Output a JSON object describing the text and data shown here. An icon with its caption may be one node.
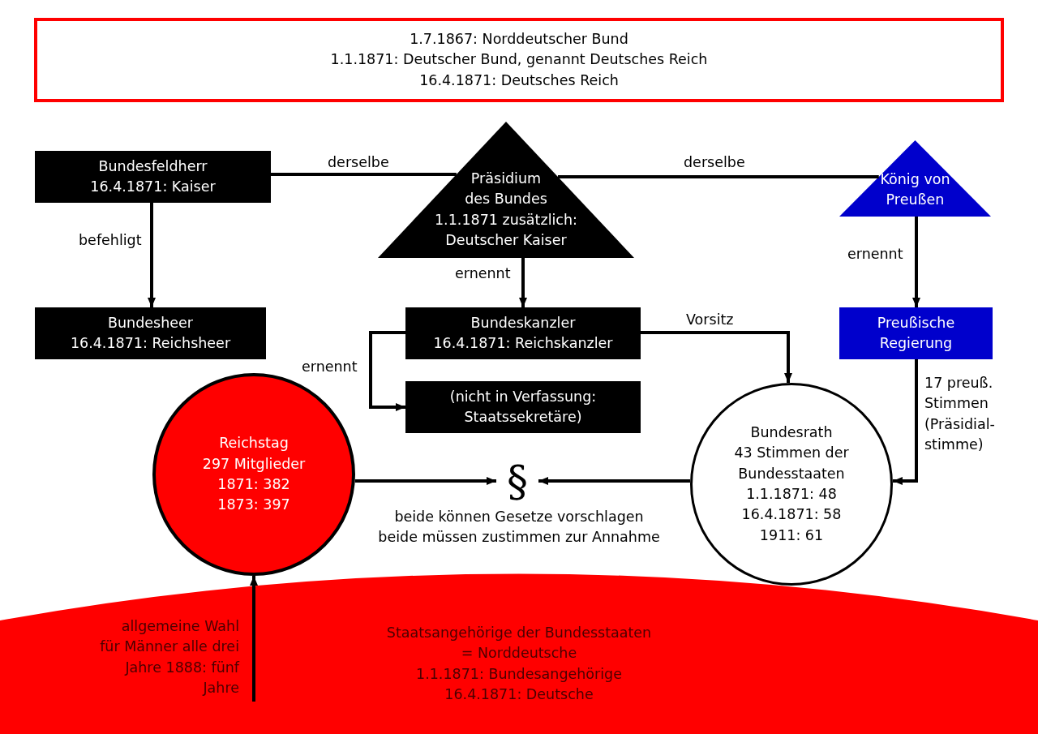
{
  "diagram": {
    "nodes": [
      {
        "text": [
          "1.7.1867: Norddeutscher Bund",
          "1.1.1871: Deutscher Bund, genannt Deutsches Reich",
          "16.4.1871: Deutsches Reich"
        ]
      },
      {
        "text": [
          "Bundesfeldherr",
          "16.4.1871: Kaiser"
        ]
      },
      {
        "text": [
          "Präsidium des Bundes",
          "1.1.1871 zusätzlich: Deutscher Kaiser"
        ]
      },
      {
        "text": [
          "König von Preußen"
        ]
      },
      {
        "text": [
          "Bundesheer",
          "16.4.1871: Reichsheer"
        ]
      },
      {
        "text": [
          "Bundeskanzler",
          "16.4.1871: Reichskanzler"
        ]
      },
      {
        "text": [
          "Preußische Regierung"
        ]
      },
      {
        "text": [
          "(nicht in Verfassung: Staatssekretäre)"
        ]
      },
      {
        "text": [
          "Reichstag",
          "297 Mitglieder",
          "1871: 382",
          "1873: 397"
        ]
      },
      {
        "text": [
          "§"
        ],
        "beside": [
          "beide können Gesetze vorschlagen",
          "beide müssen zustimmen zur Annahme"
        ]
      },
      {
        "text": [
          "Bundesrath",
          "43 Stimmen der Bundesstaaten",
          "1.1.1871: 48",
          "16.4.1871: 58",
          "1911: 61"
        ]
      },
      {
        "text": [
          "Staatsangehörige der Bundesstaaten = Norddeutsche",
          "1.1.1871: Bundesangehörige",
          "16.4.1871: Deutsche"
        ]
      }
    ],
    "edges": [
      {
        "from": 1,
        "to": 2,
        "arrow": "none",
        "label": "derselbe"
      },
      {
        "from": 2,
        "to": 3,
        "arrow": "none",
        "label": "derselbe"
      },
      {
        "from": 1,
        "to": 4,
        "arrow": "to",
        "label": "befehligt"
      },
      {
        "from": 2,
        "to": 5,
        "arrow": "to",
        "label": "ernennt"
      },
      {
        "from": 3,
        "to": 6,
        "arrow": "to",
        "label": "ernennt"
      },
      {
        "from": 5,
        "to": 7,
        "arrow": "to",
        "label": "ernennt"
      },
      {
        "from": 5,
        "to": 10,
        "arrow": "to",
        "label": "Vorsitz"
      },
      {
        "from": 6,
        "to": 10,
        "arrow": "to",
        "label": "17 preuß. Stimmen (Präsidial- stimme)"
      },
      {
        "from": 8,
        "to": 9,
        "arrow": "to"
      },
      {
        "from": 10,
        "to": 9,
        "arrow": "to"
      },
      {
        "from": 11,
        "to": 8,
        "arrow": "to",
        "label": "allgemeine Wahl für Männer alle drei Jahre 1888: fünf Jahre"
      }
    ]
  }
}
